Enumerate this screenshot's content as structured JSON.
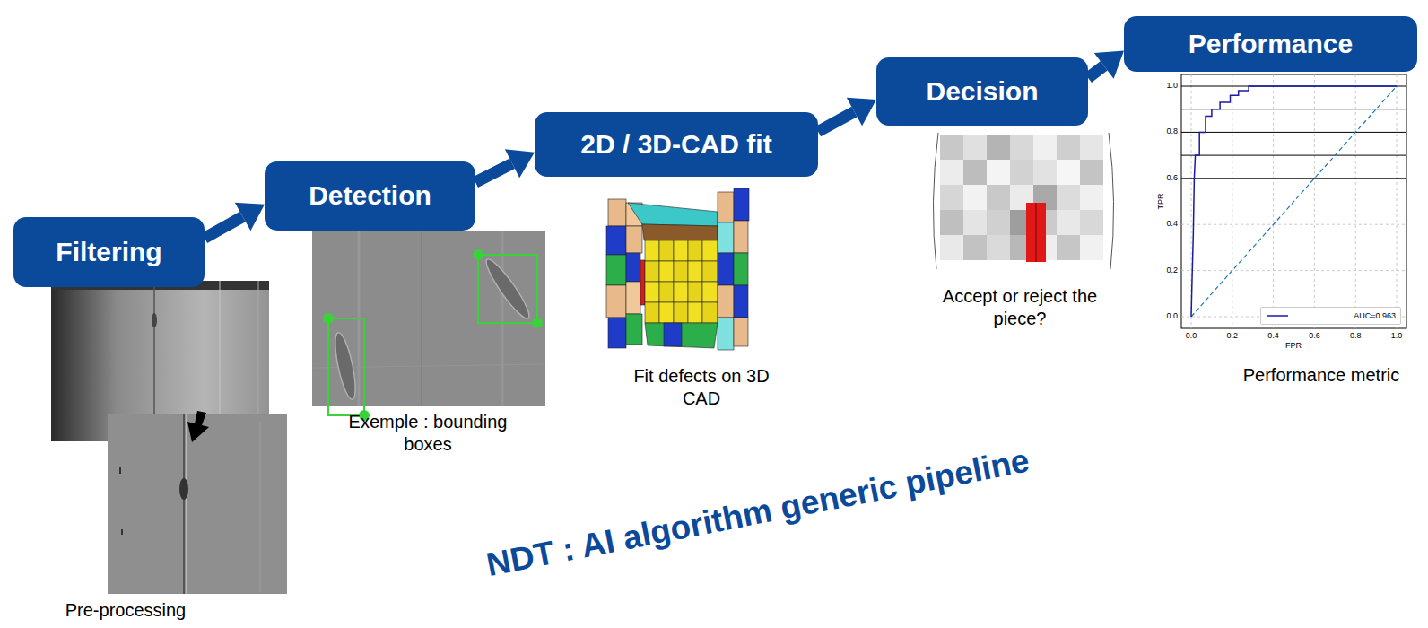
{
  "diagram": {
    "title": "NDT : AI algorithm generic pipeline",
    "nodes": [
      {
        "text": [
          "Filtering"
        ]
      },
      {
        "text": [
          "Detection"
        ]
      },
      {
        "text": [
          "2D / 3D-CAD fit"
        ]
      },
      {
        "text": [
          "Decision"
        ]
      },
      {
        "text": [
          "Performance"
        ]
      }
    ],
    "edges": [
      {
        "from": 0,
        "to": 1,
        "arrow": "to"
      },
      {
        "from": 1,
        "to": 2,
        "arrow": "to"
      },
      {
        "from": 2,
        "to": 3,
        "arrow": "to"
      },
      {
        "from": 3,
        "to": 4,
        "arrow": "to"
      }
    ],
    "labels": [
      "Pre-processing",
      "Exemple : bounding boxes",
      "Fit defects on 3D CAD",
      "Accept or reject the piece?",
      "Performance metric",
      "1.0",
      "0.8",
      "0.6",
      "0.4",
      "0.2",
      "0.0",
      "0.0",
      "0.2",
      "0.4",
      "0.6",
      "0.8",
      "1.0",
      "TPR",
      "FPR"
    ],
    "legend": [
      {
        "text": "AUC=0.963"
      }
    ]
  }
}
